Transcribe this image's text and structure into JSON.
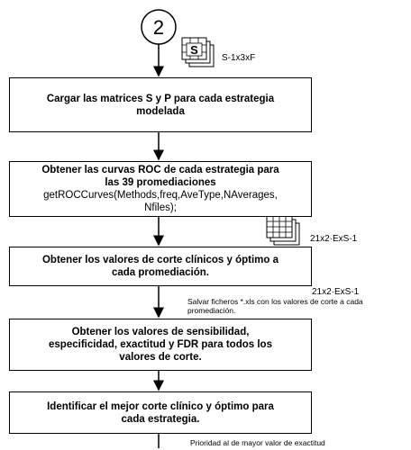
{
  "connector": {
    "label": "2"
  },
  "inputs": {
    "first_matrix_letter": "S",
    "first_matrix_label": "S-1x3xF"
  },
  "steps": [
    {
      "lines": [
        "Cargar las matrices S y P para cada estrategia",
        "modelada"
      ]
    },
    {
      "lines": [
        "Obtener las curvas ROC de cada estrategia para",
        "las 39 promediaciones"
      ],
      "code_lines": [
        "getROCCurves(Methods,freq,AveType,NAverages,",
        "Nfiles);"
      ]
    },
    {
      "lines": [
        "Obtener los valores de corte clínicos y óptimo a",
        "cada promediación."
      ]
    },
    {
      "lines": [
        "Obtener los valores de sensibilidad,",
        "especificidad, exactitud y FDR para todos los",
        "valores de corte."
      ]
    },
    {
      "lines": [
        "Identificar el mejor corte clínico y óptimo para",
        "cada estrategia."
      ]
    }
  ],
  "annotations": {
    "matrix2_label": "21x2·ExS-1",
    "matrix3_label": "21x2·ExS-1",
    "save_note_line1": "Salvar ficheros *.xls con los valores de corte a cada",
    "save_note_line2": "promediación.",
    "priority_note": "Prioridad al de mayor valor de exactitud"
  }
}
